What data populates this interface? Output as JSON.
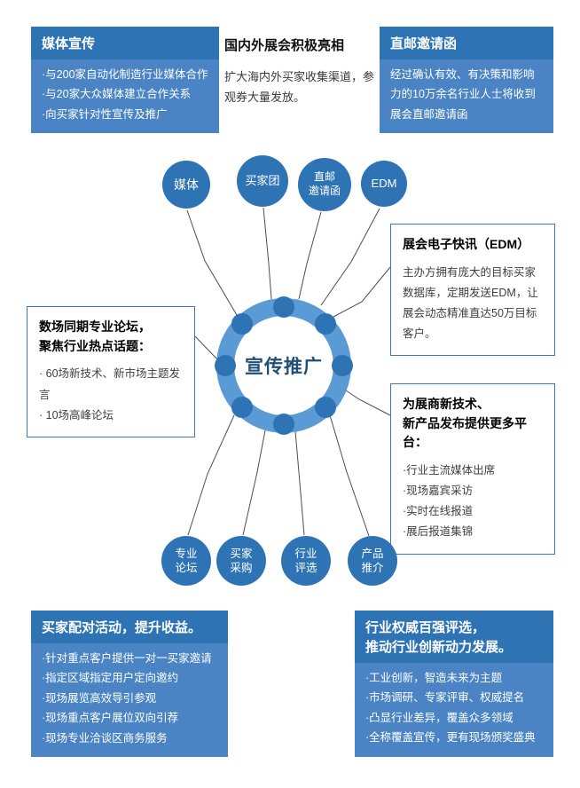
{
  "colors": {
    "header_blue": "#2E74B5",
    "body_blue": "#4A84C4",
    "circle_blue": "#2E74B5",
    "ring_blue": "#5B9BD5",
    "center_text_blue": "#1F4E79",
    "connector_gray": "#4d4d4d"
  },
  "top_left_box": {
    "title": "媒体宣传",
    "items": [
      "·与200家自动化制造行业媒体合作",
      "·与20家大众媒体建立合作关系",
      "·向买家针对性宣传及推广"
    ]
  },
  "top_center": {
    "title": "国内外展会积极亮相",
    "body": "扩大海内外买家收集渠道，参观券大量发放。"
  },
  "top_right_box": {
    "title": "直邮邀请函",
    "body": "经过确认有效、有决策和影响力的10万余名行业人士将收到展会直邮邀请函"
  },
  "center": {
    "label": "宣传推广"
  },
  "nodes_top": [
    {
      "lines": [
        "媒体"
      ]
    },
    {
      "lines": [
        "买家团"
      ]
    },
    {
      "lines": [
        "直邮",
        "邀请函"
      ]
    },
    {
      "lines": [
        "EDM"
      ]
    }
  ],
  "nodes_bottom": [
    {
      "lines": [
        "专业",
        "论坛"
      ]
    },
    {
      "lines": [
        "买家",
        "采购"
      ]
    },
    {
      "lines": [
        "行业",
        "评选"
      ]
    },
    {
      "lines": [
        "产品",
        "推介"
      ]
    }
  ],
  "edm_box": {
    "title": "展会电子快讯（EDM）",
    "body": "主办方拥有庞大的目标买家数据库，定期发送EDM，让展会动态精准直达50万目标客户。"
  },
  "forum_box": {
    "title_lines": [
      "数场同期专业论坛，",
      "聚焦行业热点话题："
    ],
    "items": [
      "· 60场新技术、新市场主题发言",
      "· 10场高峰论坛"
    ]
  },
  "platform_box": {
    "title_lines": [
      "为展商新技术、",
      "新产品发布提供更多平台："
    ],
    "items": [
      "·行业主流媒体出席",
      "·现场嘉宾采访",
      "·实时在线报道",
      "·展后报道集锦"
    ]
  },
  "bottom_left_box": {
    "title": "买家配对活动，提升收益。",
    "items": [
      "·针对重点客户提供一对一买家邀请",
      "·指定区域指定用户定向邀约",
      "·现场展览高效导引参观",
      "·现场重点客户展位双向引荐",
      "·现场专业洽谈区商务服务"
    ]
  },
  "bottom_right_box": {
    "title_lines": [
      "行业权威百强评选，",
      "推动行业创新动力发展。"
    ],
    "items": [
      "·工业创新，智造未来为主题",
      "·市场调研、专家评审、权威提名",
      "·凸显行业差异，覆盖众多领域",
      "·全称覆盖宣传，更有现场颁奖盛典"
    ]
  }
}
